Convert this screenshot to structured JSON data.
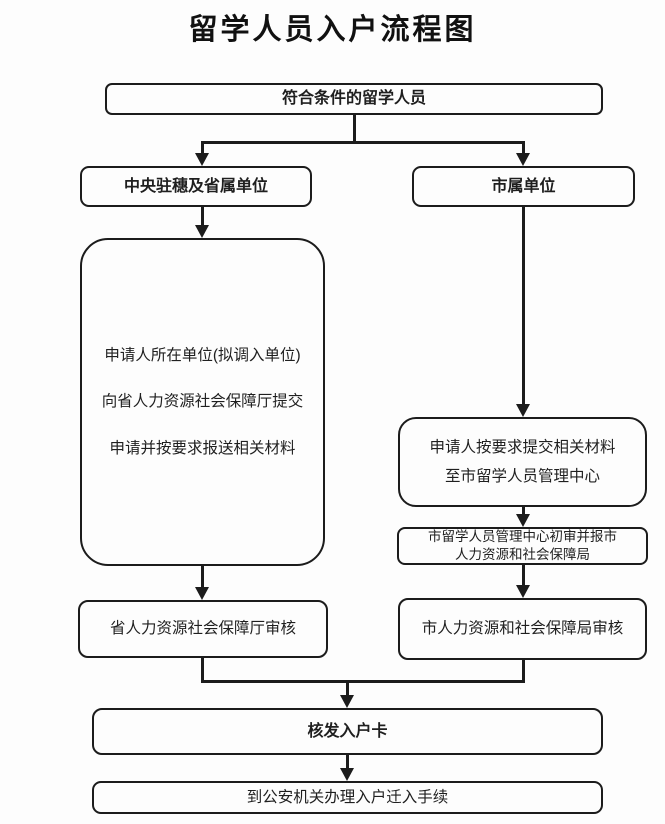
{
  "title": "留学人员入户流程图",
  "flow": {
    "start": "符合条件的留学人员",
    "left_branch": "中央驻穗及省属单位",
    "right_branch": "市属单位",
    "left_submit": {
      "line1": "申请人所在单位(拟调入单位)",
      "line2": "向省人力资源社会保障厅提交",
      "line3": "申请并按要求报送相关材料"
    },
    "right_submit": {
      "line1": "申请人按要求提交相关材料",
      "line2": "至市留学人员管理中心"
    },
    "right_report": {
      "line1": "市留学人员管理中心初审并报市",
      "line2": "人力资源和社会保障局"
    },
    "left_audit": "省人力资源社会保障厅审核",
    "right_audit": "市人力资源和社会保障局审核",
    "issue_card": "核发入户卡",
    "final_step": "到公安机关办理入户迁入手续"
  },
  "colors": {
    "line": "#1c1c1c",
    "background": "#fdfdfd",
    "text": "#1f1f1f"
  }
}
